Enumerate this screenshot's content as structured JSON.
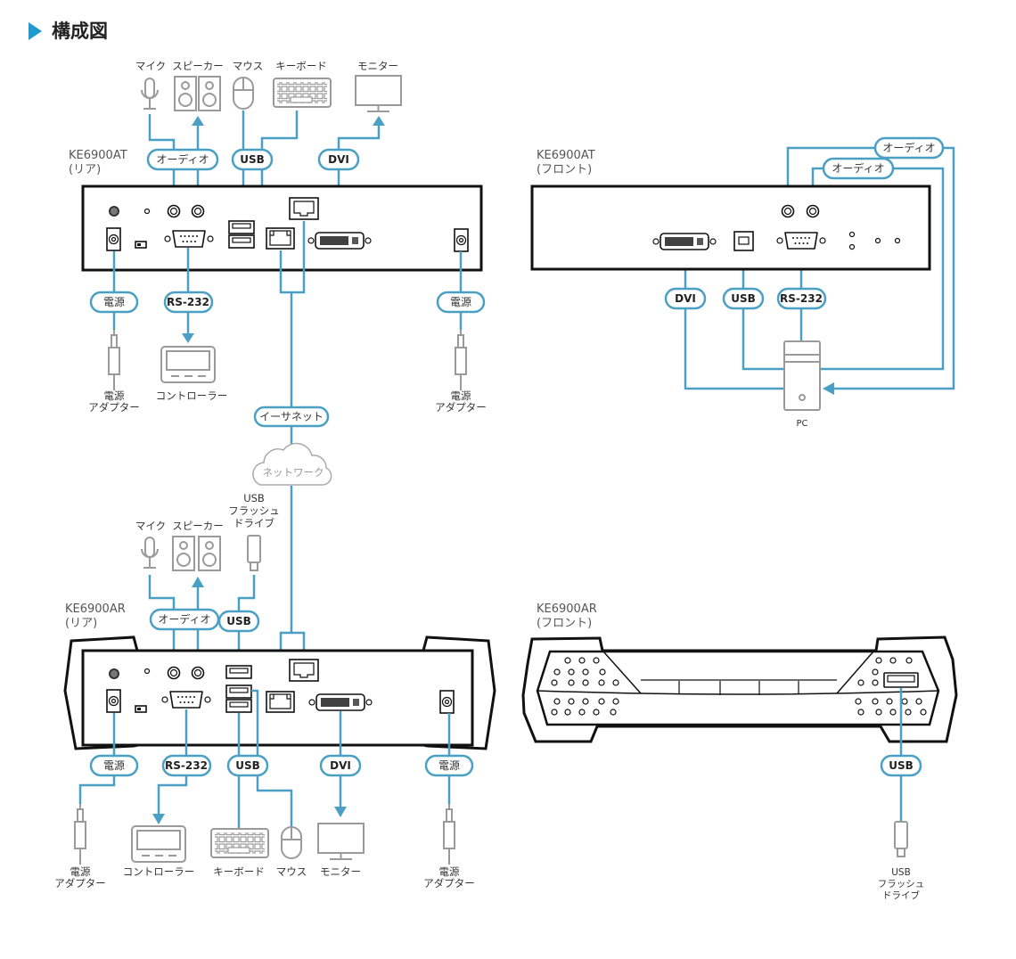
{
  "title": "構成図",
  "colors": {
    "accent": "#4a9fc4",
    "device": "#111111",
    "icon": "#9a9a9a"
  },
  "tx_rear": {
    "model": "KE6900AT",
    "side": "(リア)",
    "top_labels": {
      "mic": "マイク",
      "speaker": "スピーカー",
      "mouse": "マウス",
      "keyboard": "キーボード",
      "monitor": "モニター"
    },
    "pills": {
      "audio": "オーディオ",
      "usb": "USB",
      "dvi": "DVI",
      "power_left": "電源",
      "rs232": "RS-232",
      "power_right": "電源",
      "ethernet": "イーサネット"
    },
    "bottom_labels": {
      "adapter_left_1": "電源",
      "adapter_left_2": "アダプター",
      "controller": "コントローラー",
      "adapter_right_1": "電源",
      "adapter_right_2": "アダプター"
    }
  },
  "network": {
    "label": "ネットワーク"
  },
  "tx_front": {
    "model": "KE6900AT",
    "side": "(フロント)",
    "pills": {
      "audio_1": "オーディオ",
      "audio_2": "オーディオ",
      "dvi": "DVI",
      "usb": "USB",
      "rs232": "RS-232"
    },
    "pc_label": "PC"
  },
  "rx_rear": {
    "model": "KE6900AR",
    "side": "(リア)",
    "top_labels": {
      "mic": "マイク",
      "speaker": "スピーカー",
      "flash_1": "USB",
      "flash_2": "フラッシュ",
      "flash_3": "ドライブ"
    },
    "pills": {
      "audio": "オーディオ",
      "usb_top": "USB",
      "power_left": "電源",
      "rs232": "RS-232",
      "usb_bottom": "USB",
      "dvi": "DVI",
      "power_right": "電源"
    },
    "bottom_labels": {
      "adapter_left_1": "電源",
      "adapter_left_2": "アダプター",
      "controller": "コントローラー",
      "keyboard": "キーボード",
      "mouse": "マウス",
      "monitor": "モニター",
      "adapter_right_1": "電源",
      "adapter_right_2": "アダプター"
    }
  },
  "rx_front": {
    "model": "KE6900AR",
    "side": "(フロント)",
    "pills": {
      "usb": "USB"
    },
    "labels": {
      "flash_1": "USB",
      "flash_2": "フラッシュ",
      "flash_3": "ドライブ"
    }
  }
}
